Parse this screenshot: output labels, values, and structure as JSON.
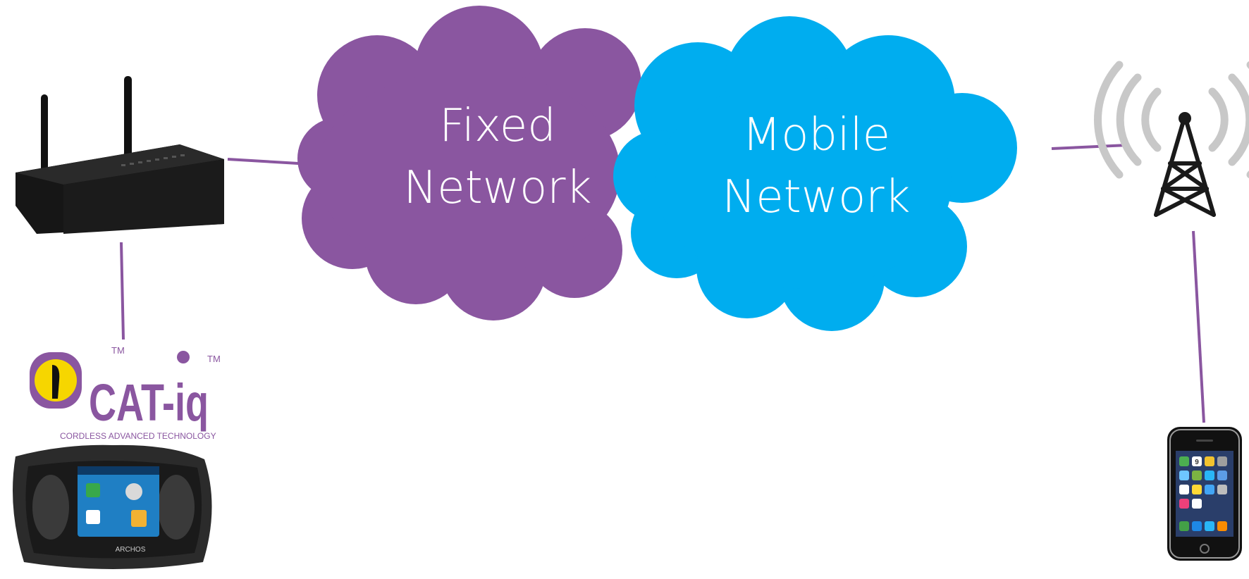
{
  "clouds": {
    "fixed": {
      "line1": "Fixed",
      "line2": "Network",
      "color": "#8a56a0"
    },
    "mobile": {
      "line1": "Mobile",
      "line2": "Network",
      "color": "#00adef"
    }
  },
  "links": {
    "color": "#8a56a0"
  },
  "catiq": {
    "logo_text": "CAT-iq",
    "tagline": "CORDLESS ADVANCED TECHNOLOGY",
    "tm_left": "TM",
    "tm_right": "TM",
    "color": "#8a56a0",
    "eye_color": "#f6d600"
  },
  "device": {
    "brand": "ARCHOS"
  },
  "phone": {
    "date_tile": "9"
  }
}
